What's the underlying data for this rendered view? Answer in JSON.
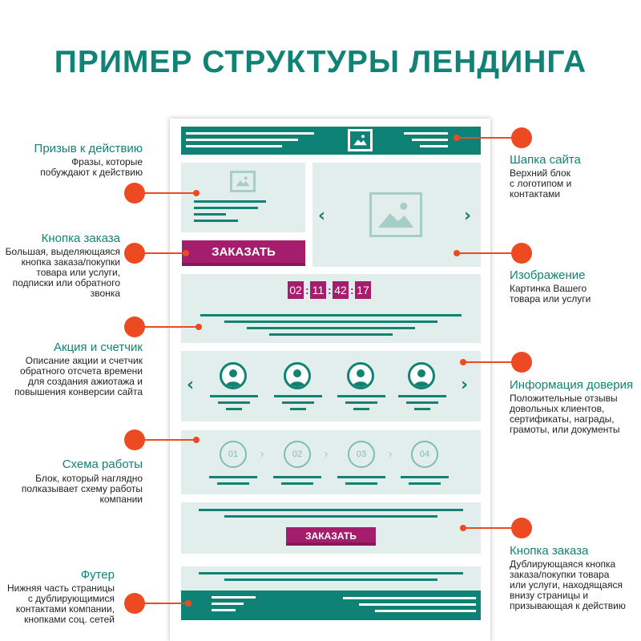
{
  "title": "ПРИМЕР СТРУКТУРЫ ЛЕНДИНГА",
  "mockup": {
    "order_button_main": "ЗАКАЗАТЬ",
    "order_button_bottom": "ЗАКАЗАТЬ",
    "timer": [
      "02",
      "11",
      "42",
      "17"
    ],
    "steps": [
      "01",
      "02",
      "03",
      "04"
    ]
  },
  "callouts": {
    "cta": {
      "title": "Призыв к действию",
      "desc": [
        "Фразы, которые",
        "побуждают к действию"
      ]
    },
    "order_button": {
      "title": "Кнопка заказа",
      "desc": [
        "Большая, выделяющаяся",
        "кнопка заказа/покупки",
        "товара или услуги,",
        "подписки или обратного",
        "звонка"
      ]
    },
    "promo_timer": {
      "title": "Акция и счетчик",
      "desc": [
        "Описание акции и счетчик",
        "обратного отсчета времени",
        "для создания ажиотажа и",
        "повышения конверсии сайта"
      ]
    },
    "work_scheme": {
      "title": "Схема работы",
      "desc": [
        "Блок, который наглядно",
        "полказывает схему работы",
        "компании"
      ]
    },
    "footer": {
      "title": "Футер",
      "desc": [
        "Нижняя часть страницы",
        "с дублирующимися",
        "контактами компании,",
        "кнопками соц. сетей"
      ]
    },
    "header": {
      "title": "Шапка сайта",
      "desc": [
        "Верхний блок",
        "с логотипом и",
        "контактами"
      ]
    },
    "image": {
      "title": "Изображение",
      "desc": [
        "Картинка Вашего",
        "товара или услуги"
      ]
    },
    "trust": {
      "title": "Информация доверия",
      "desc": [
        "Положительные отзывы",
        "довольных клиентов,",
        "сертификаты, награды,",
        "грамоты, или документы"
      ]
    },
    "order_button_dup": {
      "title": "Кнопка заказа",
      "desc": [
        "Дублирующаяся кнопка",
        "заказа/покупки товара",
        "или услуги, находящаяся",
        "внизу страницы и",
        "призывающая к действию"
      ]
    }
  },
  "colors": {
    "title": "#128275",
    "teal": "#0d8275",
    "light_block": "#e1eeec",
    "button": "#a41e6d",
    "marker": "#ed4a22"
  },
  "icons": [
    "image-placeholder-icon",
    "user-avatar-icon",
    "chevron-left-icon",
    "chevron-right-icon"
  ]
}
